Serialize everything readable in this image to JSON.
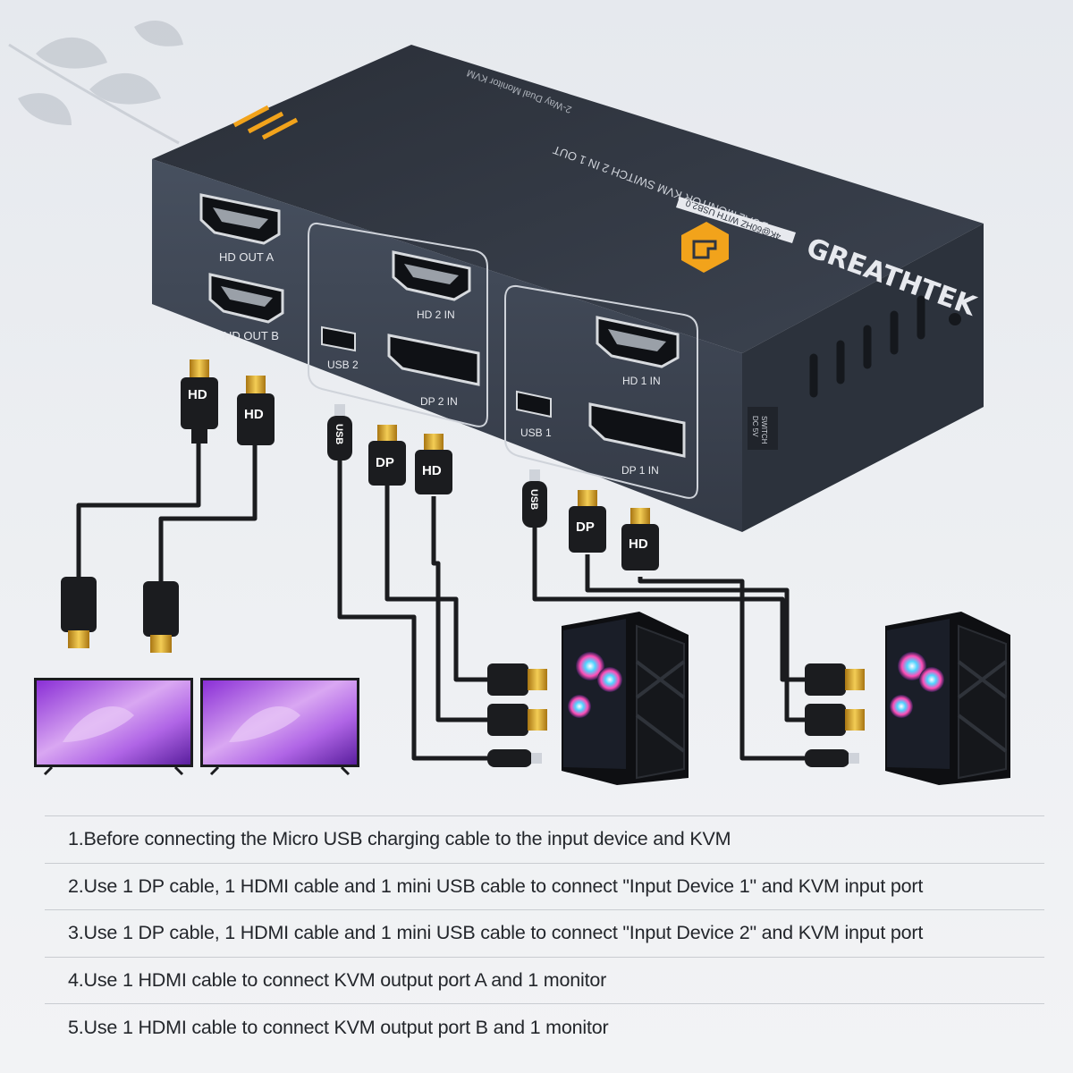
{
  "device": {
    "brand": "GREATHTEK",
    "model": "DUAL MONITOR KVM SWITCH 2 IN 1 OUT",
    "spec_badge": "4K@60HZ WITH USB2.0",
    "top_label": "2-Way Dual Monitor KVM",
    "side_label_1": "SWITCH",
    "side_label_2": "DC 5V",
    "ports": {
      "hd_out_a": "HD OUT A",
      "hd_out_b": "HD OUT B",
      "hd2_in": "HD 2 IN",
      "usb2": "USB 2",
      "dp2_in": "DP 2 IN",
      "hd1_in": "HD 1 IN",
      "usb1": "USB 1",
      "dp1_in": "DP 1 IN"
    }
  },
  "cables": {
    "hd": "HD",
    "dp": "DP",
    "usb": "USB"
  },
  "steps": [
    "1.Before connecting the Micro USB charging cable to the input device and KVM",
    "2.Use 1 DP cable, 1 HDMI cable and 1 mini USB cable to connect \"Input Device 1\" and KVM input port",
    "3.Use 1 DP cable, 1 HDMI cable and 1 mini USB cable to connect \"Input Device 2\" and KVM input port",
    "4.Use 1 HDMI cable to connect KVM output port A and 1 monitor",
    "5.Use 1 HDMI cable to connect KVM output port B and 1 monitor"
  ],
  "colors": {
    "device_body": "#3b4250",
    "device_top": "#2f3540",
    "accent_orange": "#f2a31b",
    "cable": "#1b1c1f",
    "gold_tip": "#d8a62a"
  },
  "icons": [
    "leaf-decoration-icon",
    "greathtek-logo-icon",
    "monitor-icon",
    "pc-tower-icon"
  ]
}
